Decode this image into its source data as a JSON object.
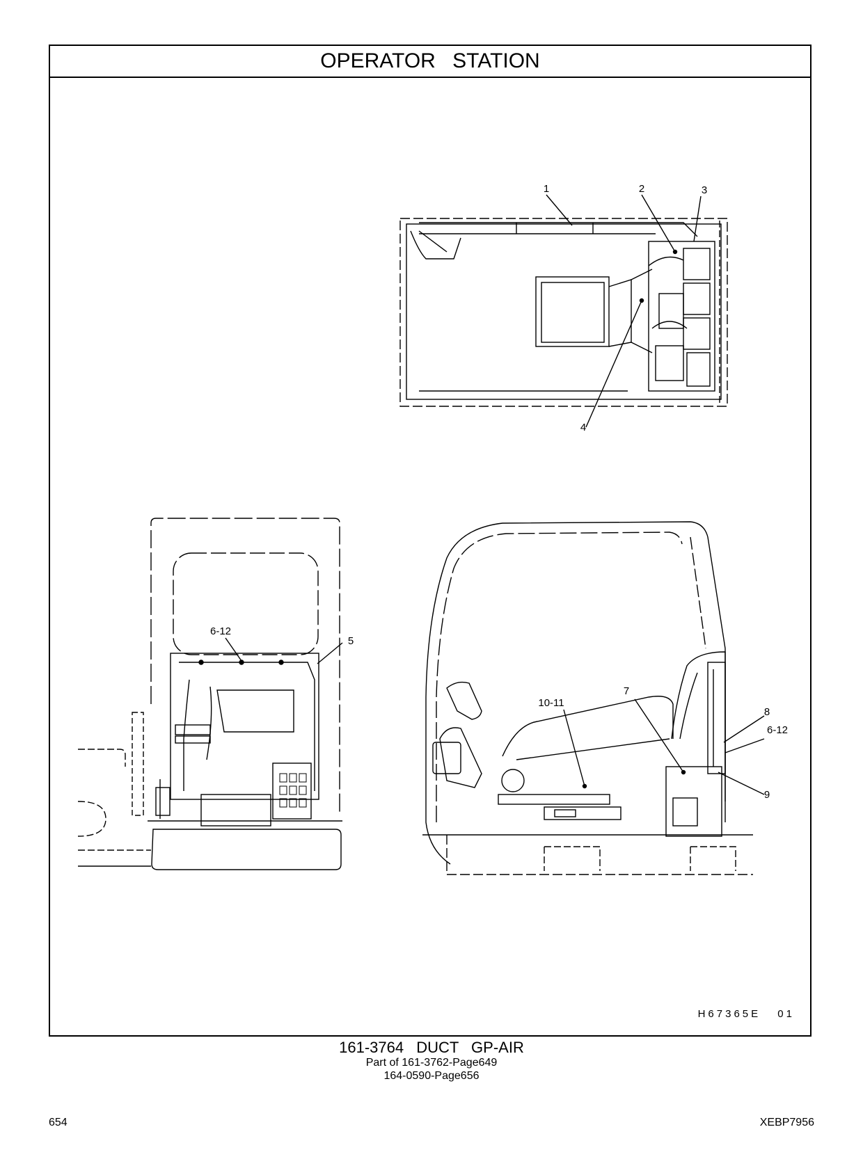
{
  "header": {
    "title": "OPERATOR  STATION"
  },
  "figure": {
    "id": "H67365E   01",
    "callouts": [
      "1",
      "2",
      "3",
      "4",
      "5",
      "6-12",
      "10-11",
      "7",
      "8",
      "6-12",
      "9"
    ]
  },
  "caption": {
    "main": "161-3764  DUCT  GP-AIR",
    "sub1": "Part of 161-3762-Page649",
    "sub2": "164-0590-Page656"
  },
  "footer": {
    "page": "654",
    "code": "XEBP7956"
  }
}
